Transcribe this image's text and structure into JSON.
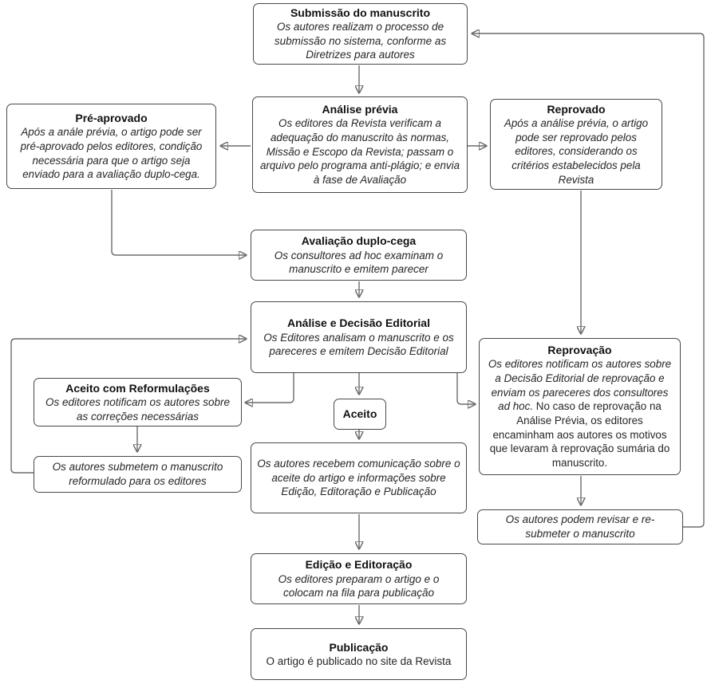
{
  "colors": {
    "node_border": "#484848",
    "node_fill": "#ffffff",
    "arrow": "#6b6b6b",
    "title_text": "#111111",
    "body_text": "#262626"
  },
  "nodes": {
    "submissao": {
      "title": "Submissão do manuscrito",
      "body": "Os autores realizam o processo de submissão no sistema, conforme as Diretrizes para autores"
    },
    "analise_previa": {
      "title": "Análise prévia",
      "body": "Os editores da Revista verificam a adequação do manuscrito às normas, Missão e Escopo da Revista; passam o arquivo pelo programa anti-plágio; e envia à fase de Avaliação"
    },
    "pre_aprovado": {
      "title": "Pré-aprovado",
      "body": "Após a anále prévia, o artigo pode ser pré-aprovado pelos editores, condição necessária para que o artigo seja enviado para a avaliação duplo-cega."
    },
    "reprovado": {
      "title": "Reprovado",
      "body": "Após a análise prévia, o artigo pode ser reprovado pelos editores, considerando os critérios estabelecidos pela Revista"
    },
    "avaliacao": {
      "title": "Avaliação duplo-cega",
      "body": "Os consultores ad hoc examinam o manuscrito e emitem parecer"
    },
    "decisao": {
      "title": "Análise e Decisão Editorial",
      "body": "Os Editores analisam o manuscrito e os pareceres e emitem Decisão Editorial"
    },
    "aceito_reformulacoes": {
      "title": "Aceito com Reformulações",
      "body": "Os editores notificam os autores sobre as correções necessárias"
    },
    "resubmissao_reformulado": {
      "body": "Os autores submetem o manuscrito reformulado para os editores"
    },
    "aceito": {
      "title": "Aceito"
    },
    "comunicacao_aceite": {
      "body": "Os autores recebem comunicação sobre o aceite do artigo e informações sobre Edição, Editoração e Publicação"
    },
    "reprovacao": {
      "title": "Reprovação",
      "body_italic": "Os editores notificam os autores sobre a Decisão Editorial de reprovação e enviam os pareceres dos consultores ad hoc.",
      "body_regular": " No caso de reprovação na Análise Prévia, os editores encaminham aos autores os motivos que levaram à reprovação sumária do manuscrito."
    },
    "revisar_resubmeter": {
      "body": "Os autores podem revisar e re-submeter o manuscrito"
    },
    "edicao": {
      "title": "Edição e Editoração",
      "body": "Os editores preparam o artigo e o colocam na fila para publicação"
    },
    "publicacao": {
      "title": "Publicação",
      "body": "O artigo é publicado no site da Revista"
    }
  },
  "edges": [
    {
      "from": "submissao",
      "to": "analise_previa"
    },
    {
      "from": "analise_previa",
      "to": "pre_aprovado"
    },
    {
      "from": "analise_previa",
      "to": "reprovado"
    },
    {
      "from": "pre_aprovado",
      "to": "avaliacao"
    },
    {
      "from": "reprovado",
      "to": "reprovacao"
    },
    {
      "from": "avaliacao",
      "to": "decisao"
    },
    {
      "from": "decisao",
      "to": "aceito_reformulacoes"
    },
    {
      "from": "decisao",
      "to": "aceito"
    },
    {
      "from": "decisao",
      "to": "reprovacao"
    },
    {
      "from": "aceito_reformulacoes",
      "to": "resubmissao_reformulado"
    },
    {
      "from": "resubmissao_reformulado",
      "to": "decisao"
    },
    {
      "from": "aceito",
      "to": "comunicacao_aceite"
    },
    {
      "from": "comunicacao_aceite",
      "to": "edicao"
    },
    {
      "from": "edicao",
      "to": "publicacao"
    },
    {
      "from": "reprovacao",
      "to": "revisar_resubmeter"
    },
    {
      "from": "revisar_resubmeter",
      "to": "submissao"
    }
  ]
}
